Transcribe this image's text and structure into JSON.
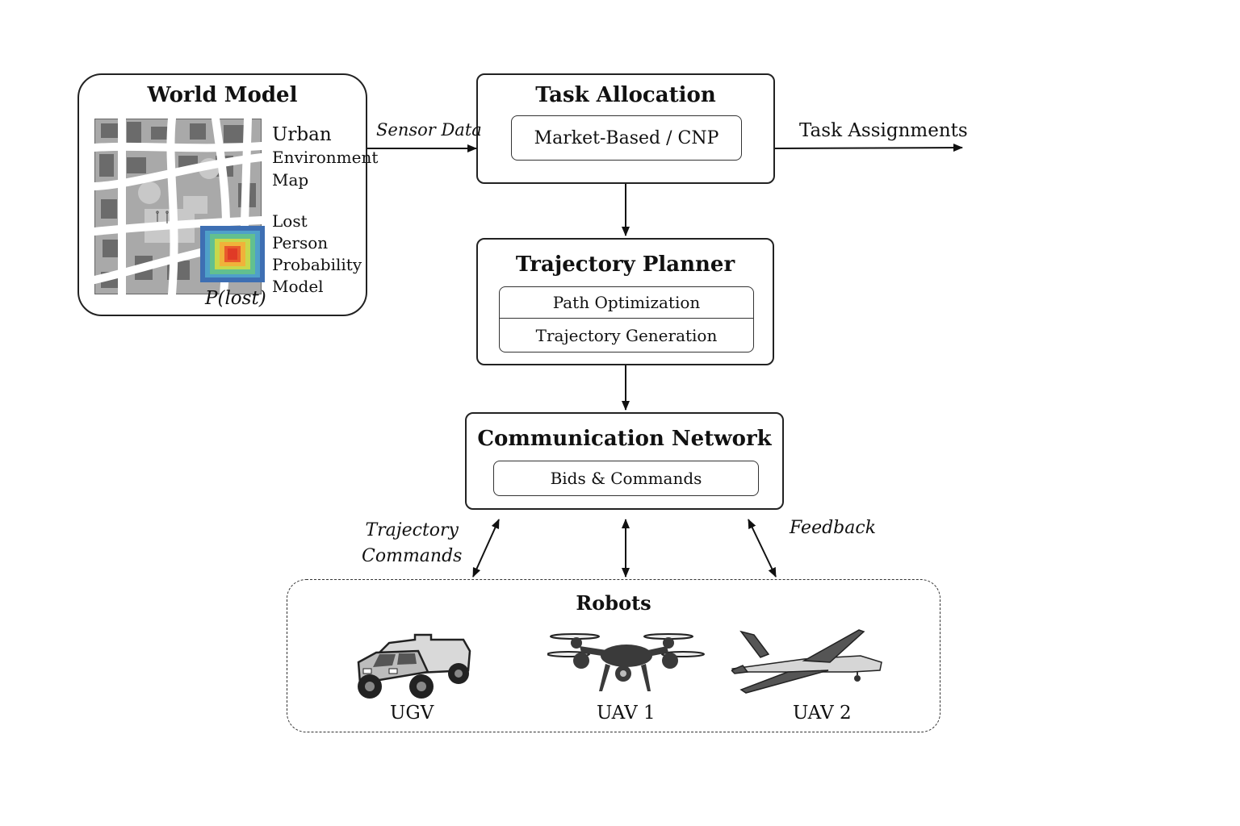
{
  "world_model": {
    "title": "World Model",
    "urban_label": [
      "Urban",
      "Environment",
      "Map"
    ],
    "lost_label": [
      "Lost Person",
      "Probability",
      "Model"
    ],
    "prob_label": "P(lost)"
  },
  "task_allocation": {
    "title": "Task Allocation",
    "method": "Market-Based / CNP"
  },
  "trajectory_planner": {
    "title": "Trajectory Planner",
    "items": [
      "Path Optimization",
      "Trajectory Generation"
    ]
  },
  "communication_network": {
    "title": "Communication Network",
    "item": "Bids & Commands"
  },
  "robots": {
    "title": "Robots",
    "ugv": "UGV",
    "uav1": "UAV 1",
    "uav2": "UAV 2"
  },
  "edges": {
    "sensor_data": "Sensor Data",
    "task_assignments": "Task Assignments",
    "trajectory_commands": [
      "Trajectory",
      "Commands"
    ],
    "feedback": "Feedback"
  }
}
